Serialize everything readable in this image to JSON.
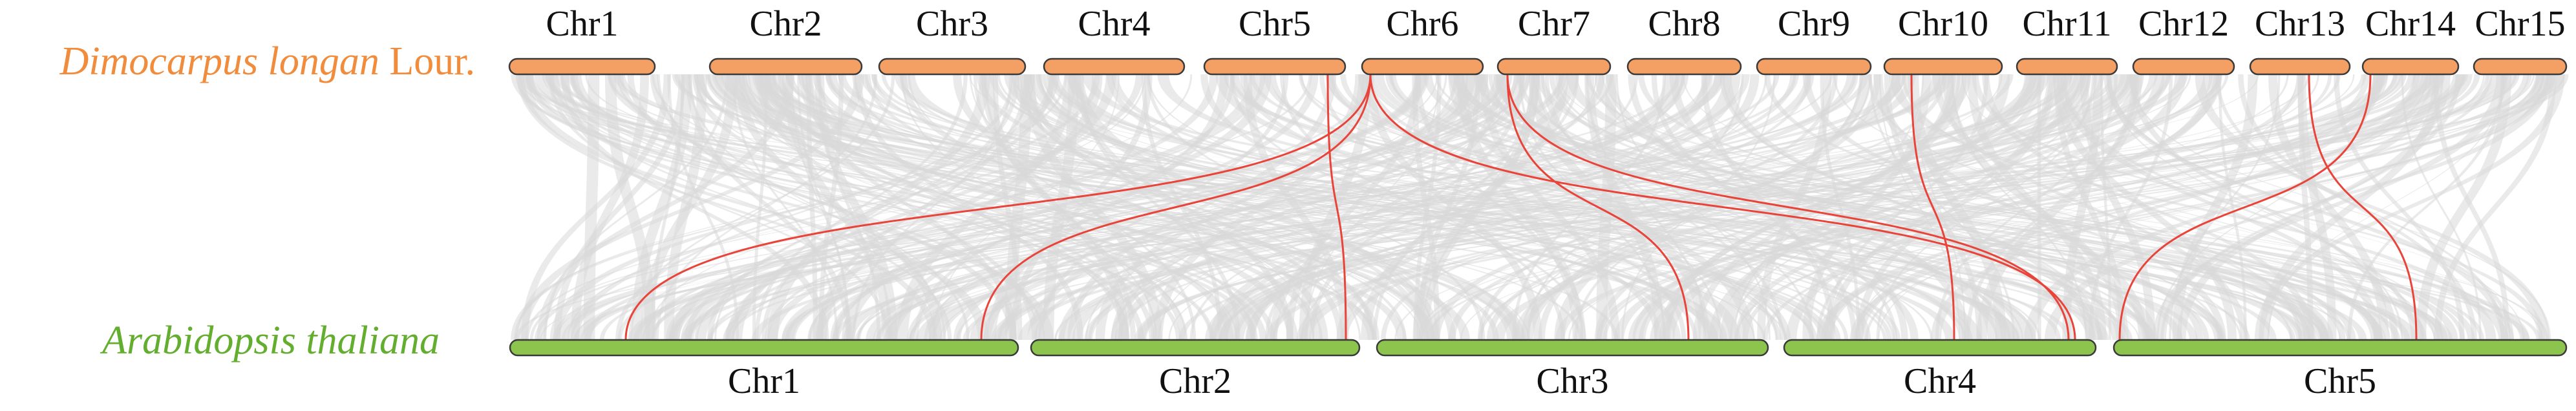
{
  "species_top": {
    "name_italic": "Dimocarpus longan",
    "name_suffix": " Lour.",
    "color": "#f4a064"
  },
  "species_bottom": {
    "name_italic": "Arabidopsis thaliana",
    "color": "#8dc44d"
  },
  "colors": {
    "top_chr_fill": "#f4a064",
    "bottom_chr_fill": "#8dc44d",
    "chr_stroke": "#3a3a3a",
    "background_link": "#d9d9d9",
    "highlight_link": "#e8443a",
    "species_top_text": "#f08c3c",
    "species_bottom_text": "#63ad2f"
  },
  "top_chromosomes": [
    {
      "id": "top-chr1",
      "label": "Chr1"
    },
    {
      "id": "top-chr2",
      "label": "Chr2"
    },
    {
      "id": "top-chr3",
      "label": "Chr3"
    },
    {
      "id": "top-chr4",
      "label": "Chr4"
    },
    {
      "id": "top-chr5",
      "label": "Chr5"
    },
    {
      "id": "top-chr6",
      "label": "Chr6"
    },
    {
      "id": "top-chr7",
      "label": "Chr7"
    },
    {
      "id": "top-chr8",
      "label": "Chr8"
    },
    {
      "id": "top-chr9",
      "label": "Chr9"
    },
    {
      "id": "top-chr10",
      "label": "Chr10"
    },
    {
      "id": "top-chr11",
      "label": "Chr11"
    },
    {
      "id": "top-chr12",
      "label": "Chr12"
    },
    {
      "id": "top-chr13",
      "label": "Chr13"
    },
    {
      "id": "top-chr14",
      "label": "Chr14"
    },
    {
      "id": "top-chr15",
      "label": "Chr15"
    }
  ],
  "bottom_chromosomes": [
    {
      "id": "bottom-chr1",
      "label": "Chr1"
    },
    {
      "id": "bottom-chr2",
      "label": "Chr2"
    },
    {
      "id": "bottom-chr3",
      "label": "Chr3"
    },
    {
      "id": "bottom-chr4",
      "label": "Chr4"
    },
    {
      "id": "bottom-chr5",
      "label": "Chr5"
    }
  ],
  "highlight_links": [
    {
      "from": "top-chr6",
      "to": "bottom-chr1"
    },
    {
      "from": "top-chr6",
      "to": "bottom-chr1"
    },
    {
      "from": "top-chr5",
      "to": "bottom-chr2"
    },
    {
      "from": "top-chr6",
      "to": "bottom-chr4"
    },
    {
      "from": "top-chr7",
      "to": "bottom-chr3"
    },
    {
      "from": "top-chr7",
      "to": "bottom-chr4"
    },
    {
      "from": "top-chr10",
      "to": "bottom-chr4"
    },
    {
      "from": "top-chr14",
      "to": "bottom-chr5"
    },
    {
      "from": "top-chr13",
      "to": "bottom-chr5"
    }
  ]
}
